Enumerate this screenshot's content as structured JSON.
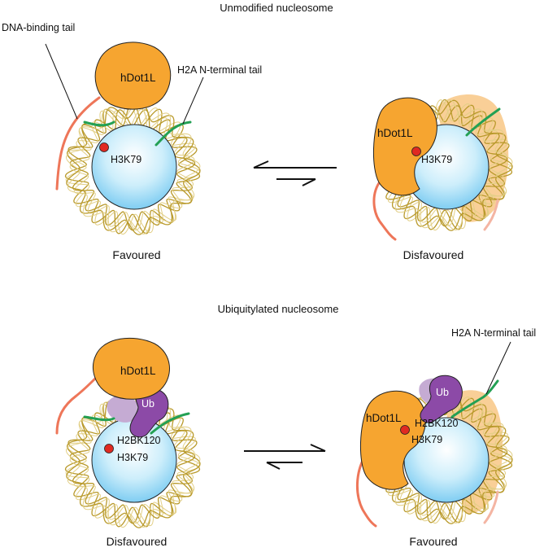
{
  "colors": {
    "hdot1l": "#f6a530",
    "hdot1l_faded": "#f9cf97",
    "ub": "#8c4aa7",
    "ub_faded": "#c5abd3",
    "dna": "#b99a2c",
    "dna_light": "#e2cf86",
    "core_top": "#ffffff",
    "core_bottom": "#7fcdf2",
    "h2a_tail": "#23a054",
    "dna_binding_tail": "#ee7659",
    "site_dot": "#e02a22"
  },
  "top_panel": {
    "title": "Unmodified nucleosome",
    "left": {
      "enzyme_label": "hDot1L",
      "site_label": "H3K79",
      "callout_dna_binding_tail": "DNA-binding tail",
      "callout_h2a_tail": "H2A N-terminal tail",
      "caption": "Favoured"
    },
    "right": {
      "enzyme_label": "hDot1L",
      "site_label": "H3K79",
      "caption": "Disfavoured"
    }
  },
  "bottom_panel": {
    "title": "Ubiquitylated nucleosome",
    "left": {
      "enzyme_label": "hDot1L",
      "ub_label": "Ub",
      "ub_site_label": "H2BK120",
      "site_label": "H3K79",
      "caption": "Disfavoured"
    },
    "right": {
      "enzyme_label": "hDot1L",
      "ub_label": "Ub",
      "ub_site_label": "H2BK120",
      "site_label": "H3K79",
      "callout_h2a_tail": "H2A N-terminal tail",
      "caption": "Favoured"
    }
  }
}
